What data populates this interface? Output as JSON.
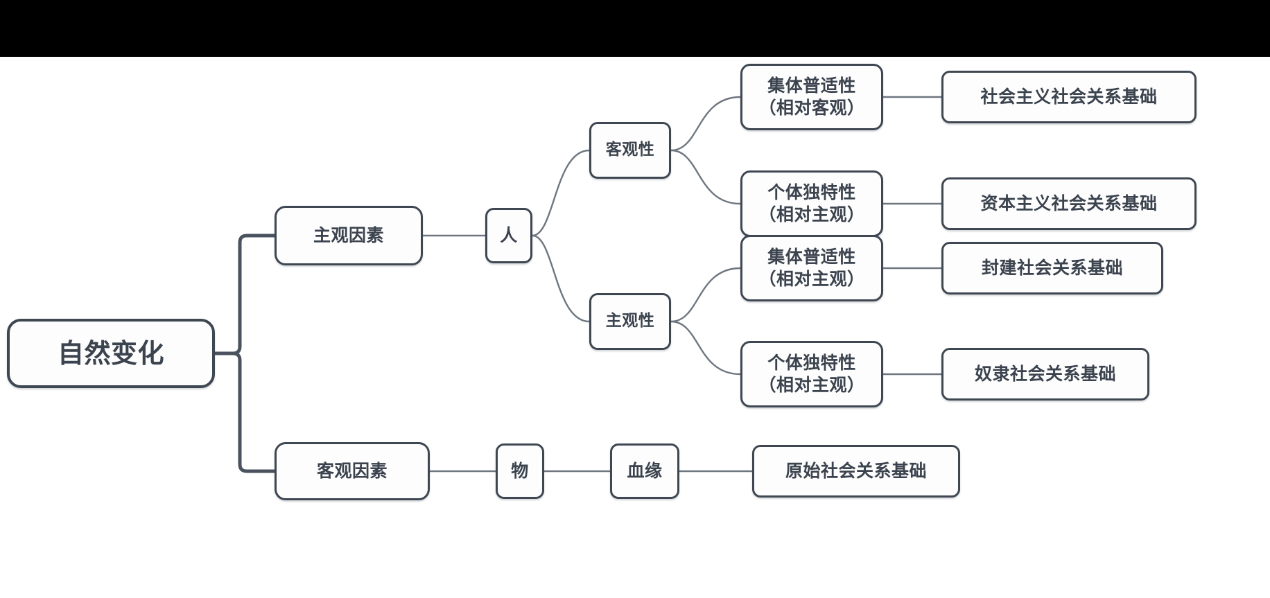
{
  "canvas": {
    "background_color": "#ffffff",
    "topbar_color": "#000000",
    "node_border_color": "#3e4752",
    "node_fill_color": "#fdfdfd",
    "node_text_color": "#3b434e",
    "edge_color": "#49525e"
  },
  "diagram": {
    "type": "mind-map",
    "orientation": "left-to-right",
    "root": {
      "label": "自然变化"
    },
    "nodes": {
      "root": "自然变化",
      "subjective_factor": "主观因素",
      "objective_factor": "客观因素",
      "person": "人",
      "matter": "物",
      "objectivity": "客观性",
      "subjectivity": "主观性",
      "bloodline": "血缘",
      "collective_universality_objective": "集体普适性\n（相对客观）",
      "individual_uniqueness_subjective_1": "个体独特性\n（相对主观）",
      "collective_universality_subjective": "集体普适性\n（相对主观）",
      "individual_uniqueness_subjective_2": "个体独特性\n（相对主观）",
      "socialist_basis": "社会主义社会关系基础",
      "capitalist_basis": "资本主义社会关系基础",
      "feudal_basis": "封建社会关系基础",
      "slave_basis": "奴隶社会关系基础",
      "primitive_basis": "原始社会关系基础"
    },
    "edges": [
      {
        "from": "root",
        "to": "subjective_factor",
        "style": "orthogonal"
      },
      {
        "from": "root",
        "to": "objective_factor",
        "style": "orthogonal"
      },
      {
        "from": "subjective_factor",
        "to": "person",
        "style": "straight"
      },
      {
        "from": "person",
        "to": "objectivity",
        "style": "curve"
      },
      {
        "from": "person",
        "to": "subjectivity",
        "style": "curve"
      },
      {
        "from": "objectivity",
        "to": "collective_universality_objective",
        "style": "curve"
      },
      {
        "from": "objectivity",
        "to": "individual_uniqueness_subjective_1",
        "style": "curve"
      },
      {
        "from": "subjectivity",
        "to": "collective_universality_subjective",
        "style": "curve"
      },
      {
        "from": "subjectivity",
        "to": "individual_uniqueness_subjective_2",
        "style": "curve"
      },
      {
        "from": "collective_universality_objective",
        "to": "socialist_basis",
        "style": "straight"
      },
      {
        "from": "individual_uniqueness_subjective_1",
        "to": "capitalist_basis",
        "style": "straight"
      },
      {
        "from": "collective_universality_subjective",
        "to": "feudal_basis",
        "style": "straight"
      },
      {
        "from": "individual_uniqueness_subjective_2",
        "to": "slave_basis",
        "style": "straight"
      },
      {
        "from": "objective_factor",
        "to": "matter",
        "style": "straight"
      },
      {
        "from": "matter",
        "to": "bloodline",
        "style": "straight"
      },
      {
        "from": "bloodline",
        "to": "primitive_basis",
        "style": "straight"
      }
    ]
  }
}
